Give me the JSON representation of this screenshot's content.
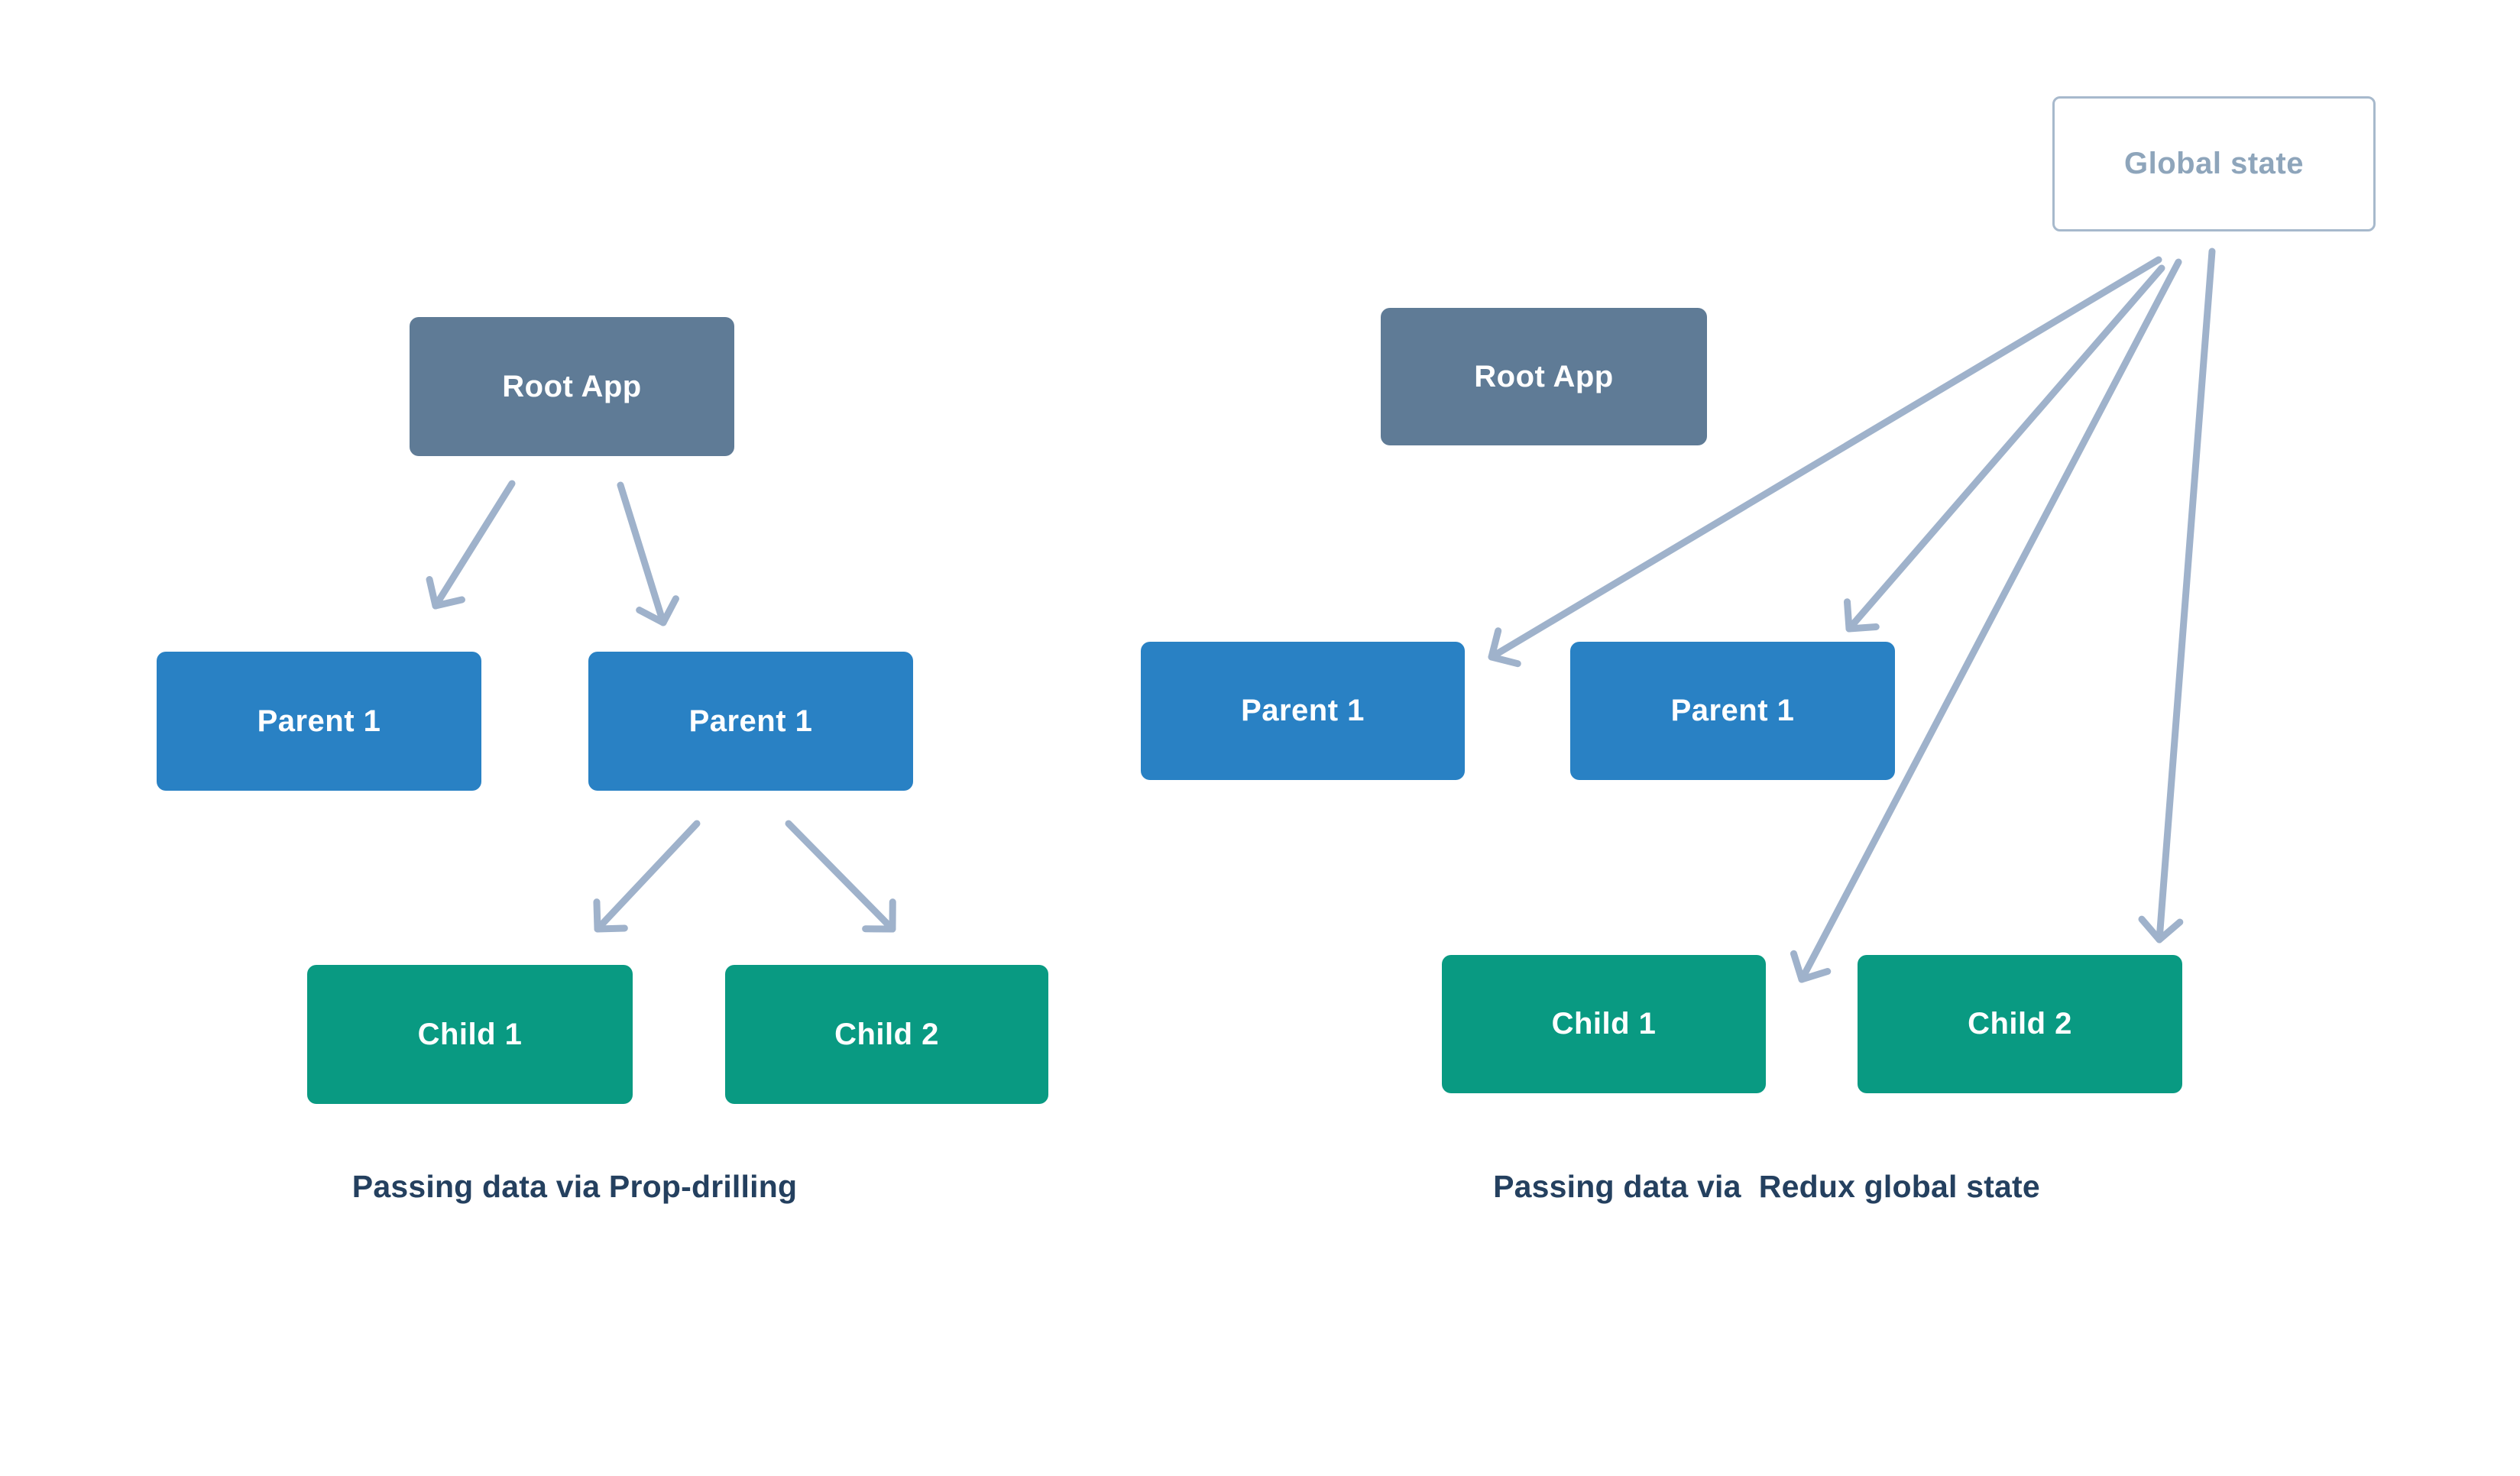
{
  "diagram": {
    "left": {
      "nodes": {
        "root": {
          "label": "Root App"
        },
        "parent1": {
          "label": "Parent 1"
        },
        "parent2": {
          "label": "Parent 1"
        },
        "child1": {
          "label": "Child 1"
        },
        "child2": {
          "label": "Child 2"
        }
      },
      "caption": "Passing data via Prop-drilling",
      "edges": [
        "root->parent1",
        "root->parent2",
        "parent2->child1",
        "parent2->child2"
      ]
    },
    "right": {
      "nodes": {
        "global_state": {
          "label": "Global state"
        },
        "root": {
          "label": "Root App"
        },
        "parent1": {
          "label": "Parent 1"
        },
        "parent2": {
          "label": "Parent 1"
        },
        "child1": {
          "label": "Child 1"
        },
        "child2": {
          "label": "Child 2"
        }
      },
      "caption": "Passing data via  Redux global state",
      "edges": [
        "global_state->parent1",
        "global_state->parent2",
        "global_state->child1",
        "global_state->child2"
      ]
    },
    "colors": {
      "background": "#ffffff",
      "root_box": "#5f7b96",
      "parent_box": "#2981c4",
      "child_box": "#099a82",
      "box_text": "#ffffff",
      "arrow": "#9fb2cb",
      "global_state_border": "#a7b9cc",
      "global_state_text": "#8ea5bb",
      "caption_text": "#24405f"
    }
  }
}
